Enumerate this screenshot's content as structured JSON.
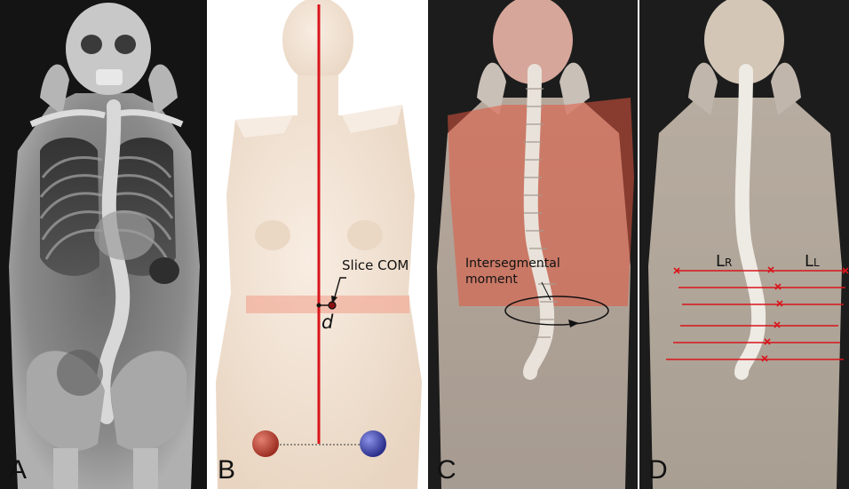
{
  "panels": [
    {
      "letter": "A"
    },
    {
      "letter": "B",
      "slice_label": "Slice COM",
      "distance_label": "d"
    },
    {
      "letter": "C",
      "moment_label_line1": "Intersegmental",
      "moment_label_line2": "moment"
    },
    {
      "letter": "D",
      "left_label_main": "L",
      "left_label_sub": "R",
      "right_label_main": "L",
      "right_label_sub": "L"
    }
  ],
  "colors": {
    "xray_bg": "#1a1a1a",
    "skin": "#f3e4d6",
    "red_line": "#d9141b",
    "slice_band": "#f2a38f",
    "red_sphere": "#c44a3a",
    "blue_sphere": "#4a52b8",
    "torso_overlay": "#e0583f"
  }
}
